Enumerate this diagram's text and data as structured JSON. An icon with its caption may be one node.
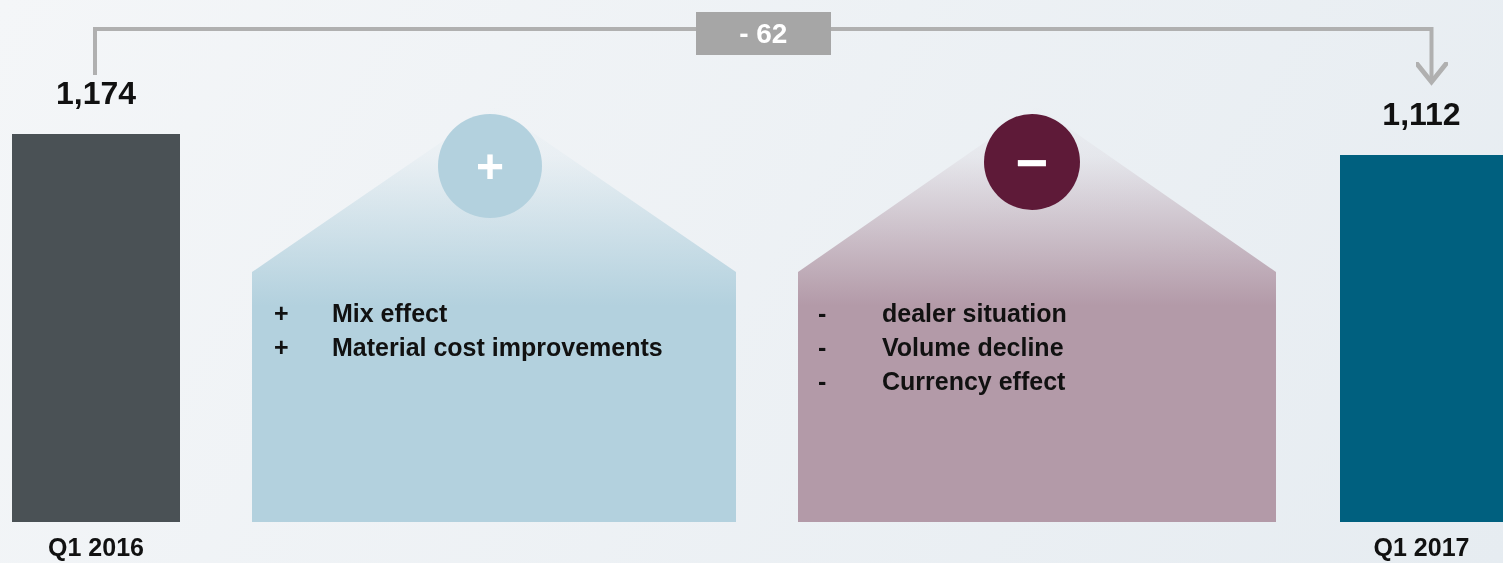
{
  "diagram": {
    "nodes": [
      {
        "text": [
          "1,174"
        ],
        "beside": [
          "Q1 2016"
        ]
      },
      {
        "text": [
          "+",
          "Mix effect",
          "+",
          "Material cost improvements"
        ]
      },
      {
        "text": [
          "+"
        ],
        "in": 1
      },
      {
        "text": [
          "-",
          "dealer situation",
          "-",
          "Volume decline",
          "-",
          "Currency effect"
        ]
      },
      {
        "text": [
          "−"
        ],
        "in": 3
      },
      {
        "text": [
          "1,112"
        ],
        "beside": [
          "Q1 2017"
        ]
      }
    ],
    "edges": [
      {
        "from": 0,
        "to": 5,
        "arrow": "to",
        "label": "- 62"
      }
    ]
  }
}
